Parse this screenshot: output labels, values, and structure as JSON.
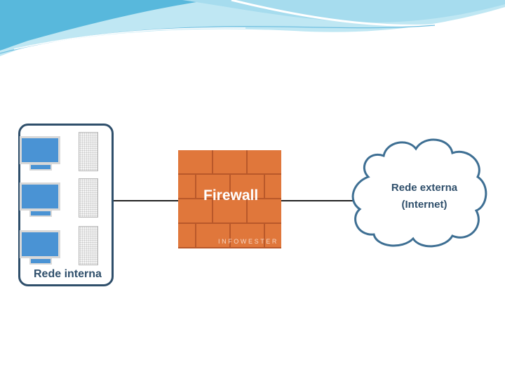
{
  "diagram": {
    "internal_network": {
      "label": "Rede interna",
      "computers": 3
    },
    "firewall": {
      "label": "Firewall",
      "brand": "INFOWESTER"
    },
    "external_network": {
      "line1": "Rede externa",
      "line2": "(Internet)"
    }
  },
  "colors": {
    "firewall_brick": "#e0773b",
    "mortar": "#b9582a",
    "monitor": "#4a93d4",
    "outline": "#2f4f6b",
    "header_wave": "#7fcde6"
  }
}
